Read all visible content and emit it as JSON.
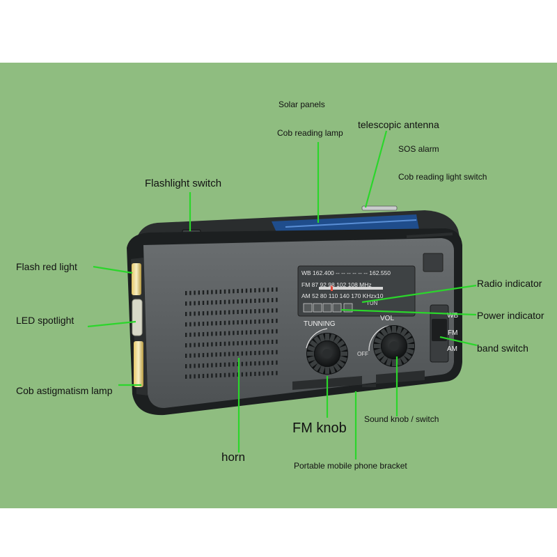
{
  "colors": {
    "background_panel": "#8fbd80",
    "device_body": "#5b5f60",
    "device_frame": "#1c1f20",
    "leader_lines": "#2bd62b",
    "solar_strip": "#1f4d8c"
  },
  "labels": {
    "solar_panels": "Solar panels",
    "cob_reading_lamp": "Cob reading lamp",
    "telescopic_antenna": "telescopic antenna",
    "sos_alarm": "SOS alarm",
    "cob_reading_light_switch": "Cob reading light switch",
    "flashlight_switch": "Flashlight switch",
    "flash_red_light": "Flash red light",
    "led_spotlight": "LED spotlight",
    "cob_astigmatism_lamp": "Cob astigmatism lamp",
    "radio_indicator": "Radio indicator",
    "power_indicator": "Power indicator",
    "band_switch": "band switch",
    "fm_knob": "FM knob",
    "sound_knob_switch": "Sound knob / switch",
    "horn": "horn",
    "portable_mobile_phone_bracket": "Portable mobile phone bracket"
  },
  "device": {
    "dial_rows": {
      "wb": "WB 162.400 -- -- -- -- -- -- 162.550",
      "fm": "FM  87   92   98   102  108  MHz",
      "am": "AM  52   80   110  140  170  KHzx10"
    },
    "tun_label": "TUN",
    "knob_labels": {
      "tuning": "TUNNING",
      "vol": "VOL",
      "off": "OFF"
    },
    "band_labels": [
      "WB",
      "FM",
      "AM"
    ]
  }
}
